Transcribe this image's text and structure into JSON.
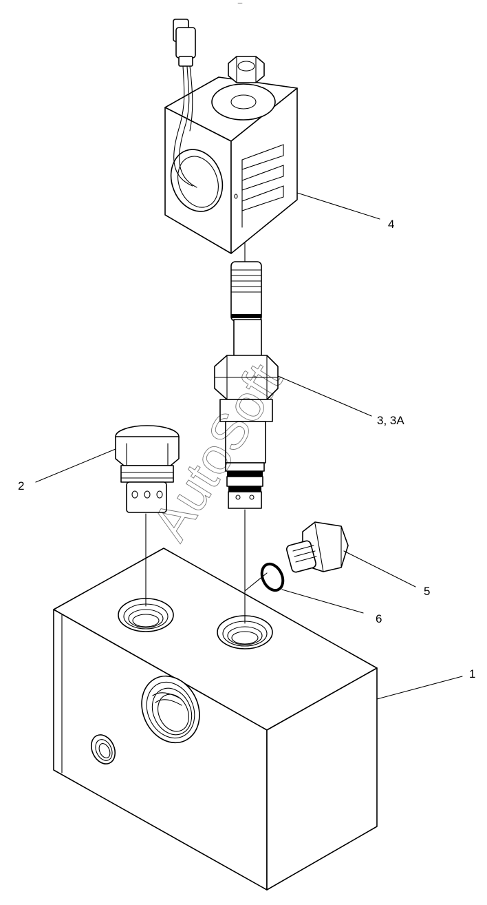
{
  "diagram": {
    "callouts": [
      {
        "id": "1",
        "text": "1"
      },
      {
        "id": "2",
        "text": "2"
      },
      {
        "id": "3",
        "text": "3, 3A"
      },
      {
        "id": "4",
        "text": "4"
      },
      {
        "id": "5",
        "text": "5"
      },
      {
        "id": "6",
        "text": "6"
      }
    ],
    "watermark": "AutoSoft",
    "corner_mark": "‾‾"
  }
}
